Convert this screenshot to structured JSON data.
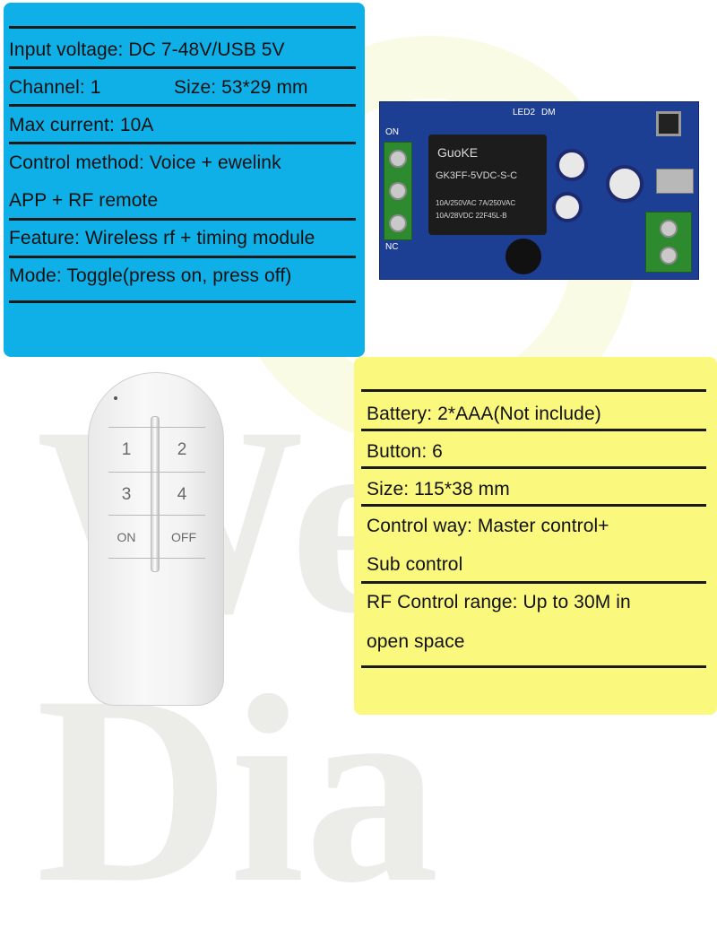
{
  "colors": {
    "blue_panel": "#0fb0e8",
    "yellow_panel": "#fbf97d",
    "pcb": "#1d3f93",
    "terminal": "#2e8a2e"
  },
  "watermark": {
    "text": "Wen Dia"
  },
  "board_specs": [
    "Input voltage: DC 7-48V/USB 5V",
    "Channel: 1",
    "Size: 53*29 mm",
    "Max current: 10A",
    "Control method: Voice + ewelink",
    "APP + RF remote",
    "Feature: Wireless rf + timing module",
    "Mode: Toggle(press on, press off)"
  ],
  "remote_specs": [
    "Battery: 2*AAA(Not include)",
    "Button: 6",
    "Size: 115*38 mm",
    "Control way: Master control+",
    "Sub control",
    "RF Control range: Up to 30M in",
    "open space"
  ],
  "pcb": {
    "label_on": "ON",
    "label_nc": "NC",
    "relay_brand": "GuoKE",
    "relay_model": "GK3FF-5VDC-S-C",
    "relay_rating_1": "10A/250VAC  7A/250VAC",
    "relay_rating_2": "10A/28VDC   22F45L-B",
    "silk_dm": "DM",
    "silk_led": "LED2"
  },
  "remote": {
    "buttons": [
      "1",
      "2",
      "3",
      "4",
      "ON",
      "OFF"
    ]
  }
}
